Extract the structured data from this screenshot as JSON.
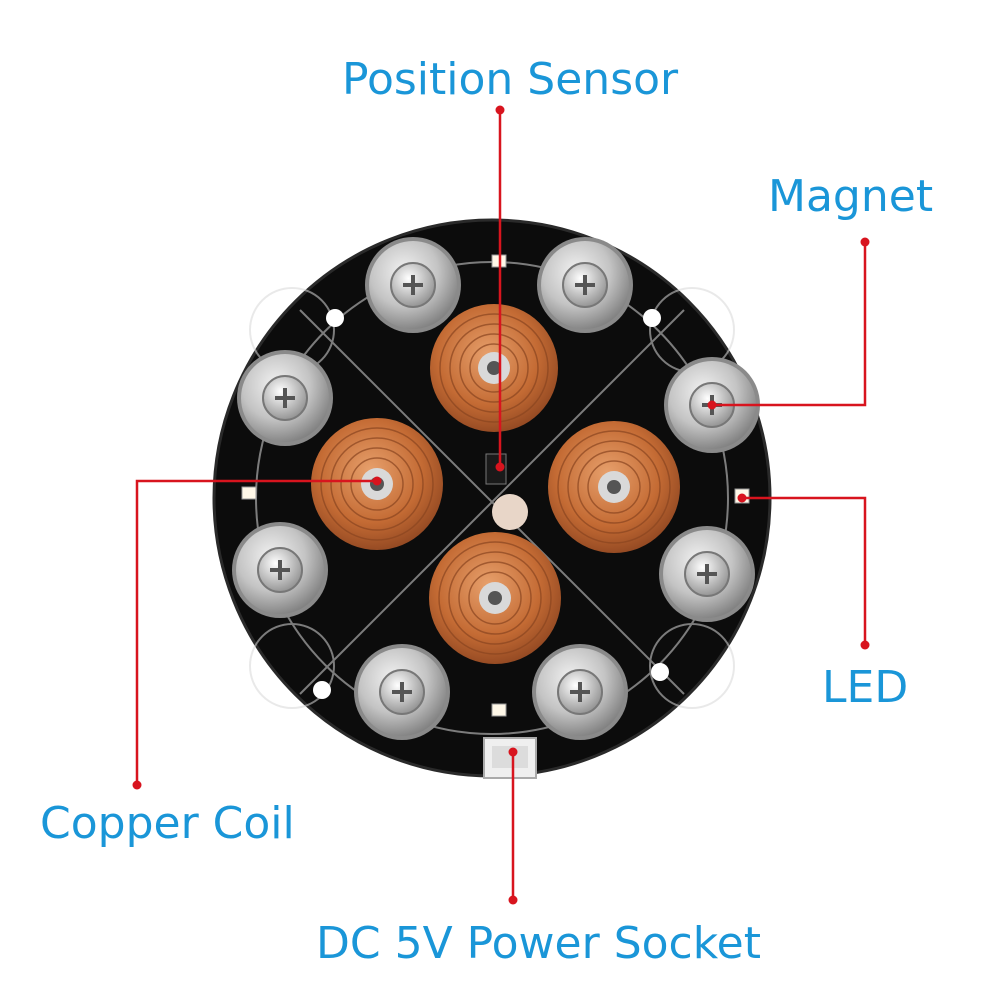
{
  "labels": {
    "position_sensor": "Position Sensor",
    "magnet": "Magnet",
    "led": "LED",
    "copper_coil": "Copper Coil",
    "power_socket": "DC 5V Power Socket"
  },
  "colors": {
    "label_text": "#1a96d8",
    "callout_line": "#d8141e",
    "pcb": "#0d0d0d",
    "copper": "#c8703a",
    "magnet_metal": "#c9c9c9"
  }
}
